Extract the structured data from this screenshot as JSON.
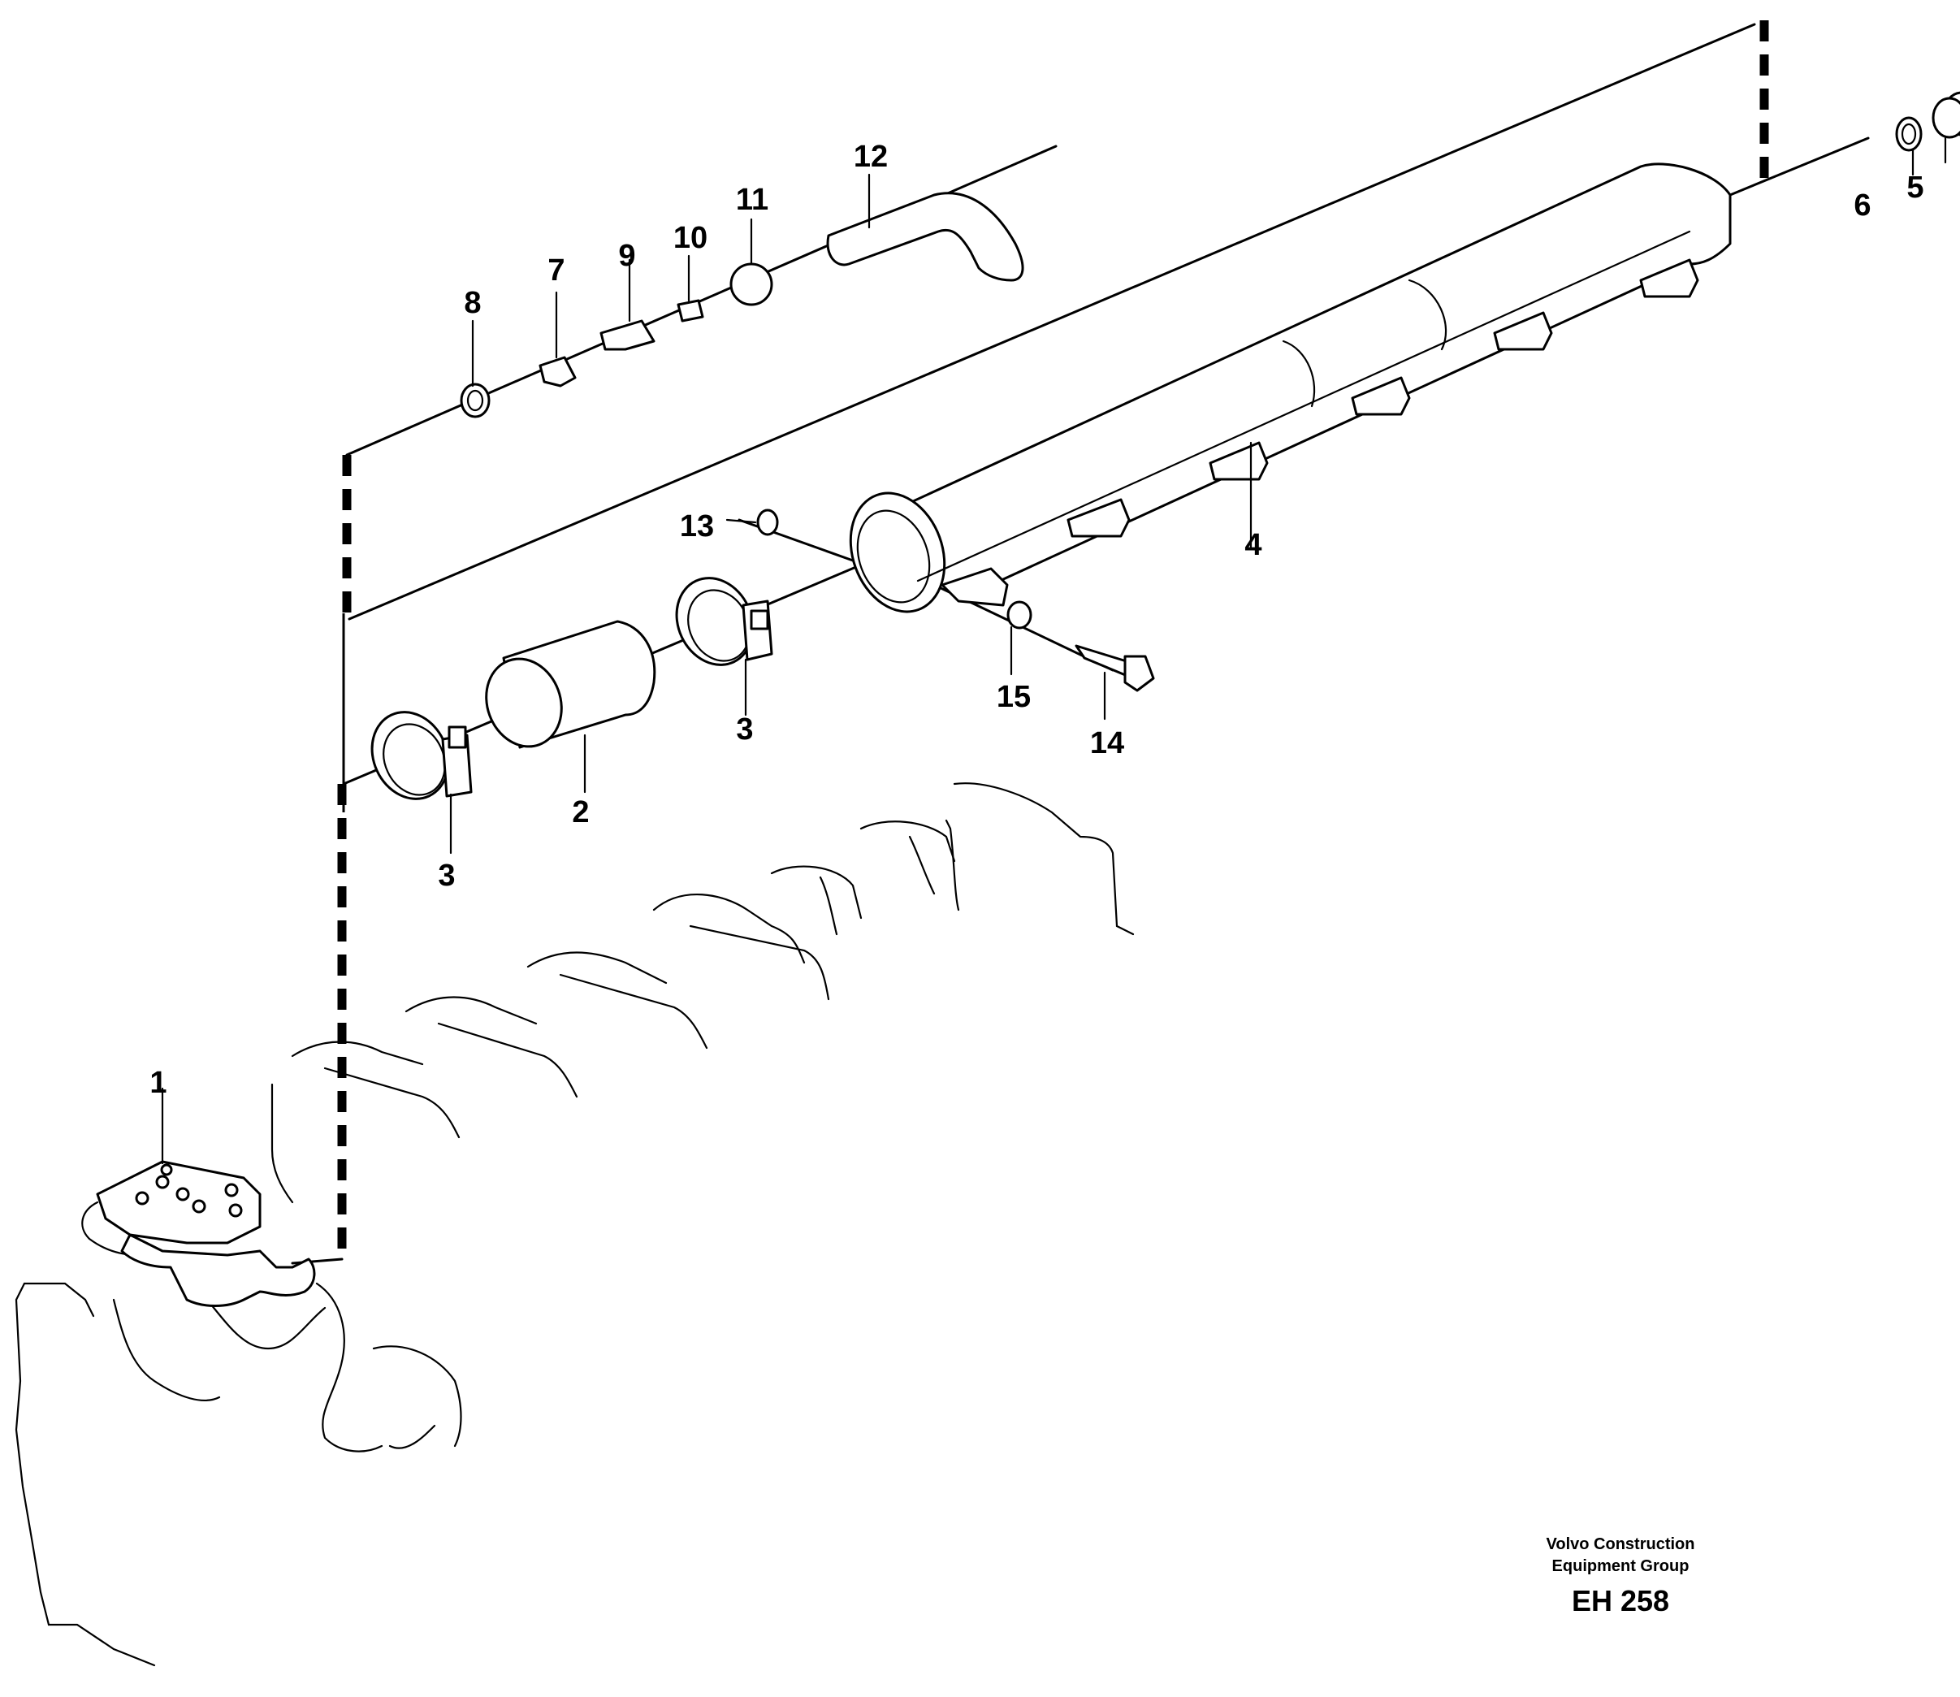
{
  "diagram": {
    "callouts": [
      {
        "id": "1",
        "label": "1"
      },
      {
        "id": "2",
        "label": "2"
      },
      {
        "id": "3a",
        "label": "3"
      },
      {
        "id": "3b",
        "label": "3"
      },
      {
        "id": "4",
        "label": "4"
      },
      {
        "id": "5",
        "label": "5"
      },
      {
        "id": "6",
        "label": "6"
      },
      {
        "id": "7",
        "label": "7"
      },
      {
        "id": "8",
        "label": "8"
      },
      {
        "id": "9",
        "label": "9"
      },
      {
        "id": "10",
        "label": "10"
      },
      {
        "id": "11",
        "label": "11"
      },
      {
        "id": "12",
        "label": "12"
      },
      {
        "id": "13",
        "label": "13"
      },
      {
        "id": "14",
        "label": "14"
      },
      {
        "id": "15",
        "label": "15"
      }
    ]
  },
  "footer": {
    "company_line1": "Volvo Construction",
    "company_line2": "Equipment Group",
    "drawing_code": "EH 258"
  }
}
